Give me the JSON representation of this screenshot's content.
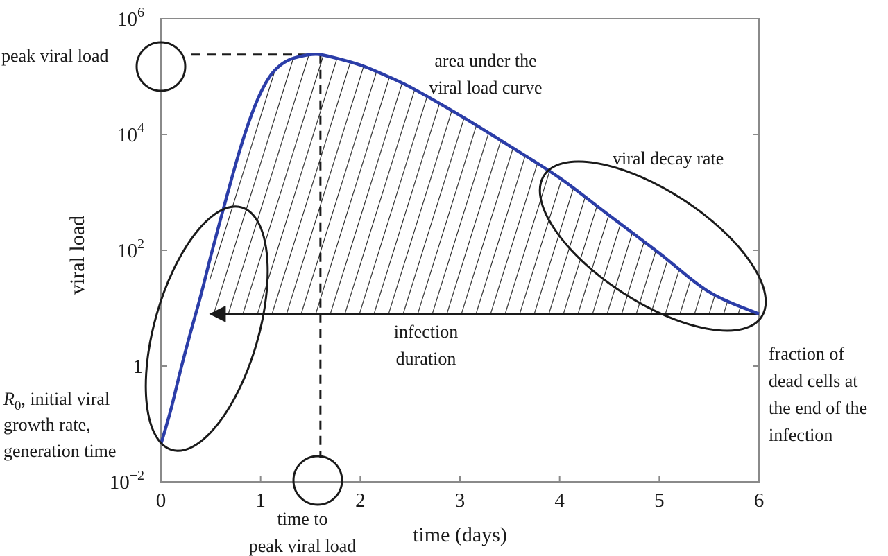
{
  "chart_data": {
    "type": "line",
    "title": "",
    "xlabel": "time (days)",
    "ylabel": "viral load",
    "xlim": [
      0,
      6
    ],
    "ylim_log10": [
      -2,
      6
    ],
    "y_scale": "log",
    "grid": false,
    "x_ticks": [
      {
        "value": 0,
        "label": "0"
      },
      {
        "value": 1,
        "label": "1"
      },
      {
        "value": 2,
        "label": "2"
      },
      {
        "value": 3,
        "label": "3"
      },
      {
        "value": 4,
        "label": "4"
      },
      {
        "value": 5,
        "label": "5"
      },
      {
        "value": 6,
        "label": "6"
      }
    ],
    "y_ticks": [
      {
        "log10": -2,
        "base": "10",
        "exp": "−2"
      },
      {
        "log10": 0,
        "base": "1",
        "exp": ""
      },
      {
        "log10": 2,
        "base": "10",
        "exp": "2"
      },
      {
        "log10": 4,
        "base": "10",
        "exp": "4"
      },
      {
        "log10": 6,
        "base": "10",
        "exp": "6"
      }
    ],
    "series": [
      {
        "color": "#2b3da8",
        "points_log10": [
          [
            0.0,
            -1.35
          ],
          [
            0.1,
            -0.75
          ],
          [
            0.2,
            -0.05
          ],
          [
            0.3,
            0.6
          ],
          [
            0.4,
            1.22
          ],
          [
            0.5,
            1.9
          ],
          [
            0.6,
            2.55
          ],
          [
            0.7,
            3.18
          ],
          [
            0.8,
            3.78
          ],
          [
            0.9,
            4.3
          ],
          [
            1.0,
            4.72
          ],
          [
            1.1,
            5.02
          ],
          [
            1.2,
            5.2
          ],
          [
            1.3,
            5.3
          ],
          [
            1.4,
            5.35
          ],
          [
            1.5,
            5.38
          ],
          [
            1.6,
            5.38
          ],
          [
            1.8,
            5.3
          ],
          [
            2.0,
            5.2
          ],
          [
            2.2,
            5.06
          ],
          [
            2.5,
            4.82
          ],
          [
            3.0,
            4.33
          ],
          [
            3.5,
            3.8
          ],
          [
            4.0,
            3.25
          ],
          [
            4.5,
            2.6
          ],
          [
            5.0,
            1.95
          ],
          [
            5.5,
            1.28
          ],
          [
            6.0,
            0.9
          ]
        ]
      }
    ],
    "infection_duration": {
      "start": 0.5,
      "end": 6.0,
      "log10": 0.9
    },
    "peak": {
      "time": 1.6,
      "log10": 5.38
    },
    "annotations": {
      "peak_viral_load": "peak viral load",
      "auc_line1": "area under the",
      "auc_line2": "viral load curve",
      "decay": "viral decay rate",
      "duration_line1": "infection",
      "duration_line2": "duration",
      "time_to_peak_line1": "time to",
      "time_to_peak_line2": "peak viral load",
      "r0_symbol": "R",
      "r0_sub": "0",
      "r0_line1_rest": ", initial viral",
      "r0_line2": "growth rate,",
      "r0_line3": "generation time",
      "dead_line1": "fraction of",
      "dead_line2": "dead cells at",
      "dead_line3": "the end of the",
      "dead_line4": "infection"
    }
  }
}
